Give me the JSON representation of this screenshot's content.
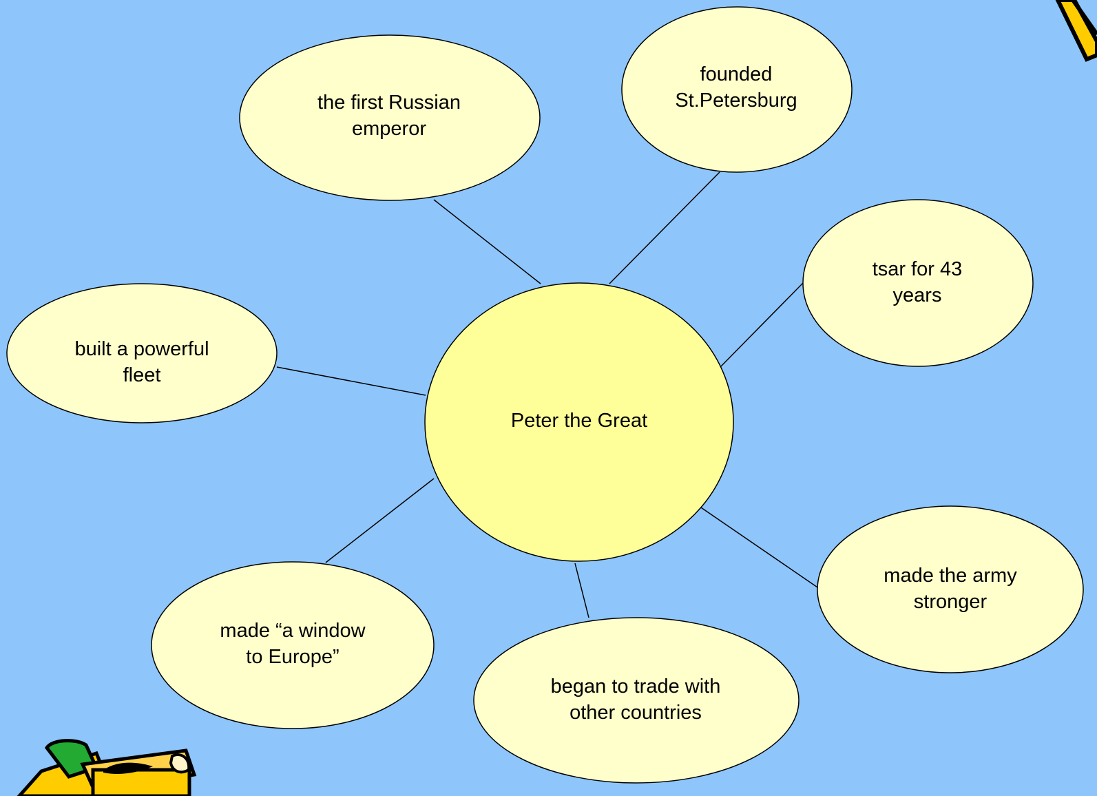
{
  "diagram": {
    "center": {
      "label": "Peter the Great",
      "fill": "#ffff99"
    },
    "node_fill": "#ffffcc",
    "background": "#8ec5fb",
    "nodes": [
      {
        "id": "first-russian-emperor",
        "lines": [
          "the first Russian",
          "emperor"
        ]
      },
      {
        "id": "founded-st-petersburg",
        "lines": [
          "founded",
          "St.Petersburg"
        ]
      },
      {
        "id": "tsar-for-43-years",
        "lines": [
          "tsar for 43",
          "years"
        ]
      },
      {
        "id": "built-powerful-fleet",
        "lines": [
          "built a powerful",
          "fleet"
        ]
      },
      {
        "id": "made-army-stronger",
        "lines": [
          "made the army",
          "stronger"
        ]
      },
      {
        "id": "window-to-europe",
        "lines": [
          "made “a window",
          "to Europe”"
        ]
      },
      {
        "id": "began-to-trade",
        "lines": [
          "began to trade with",
          "other countries"
        ]
      }
    ],
    "decorations": [
      "pencil-icon",
      "pencil-icon"
    ]
  }
}
